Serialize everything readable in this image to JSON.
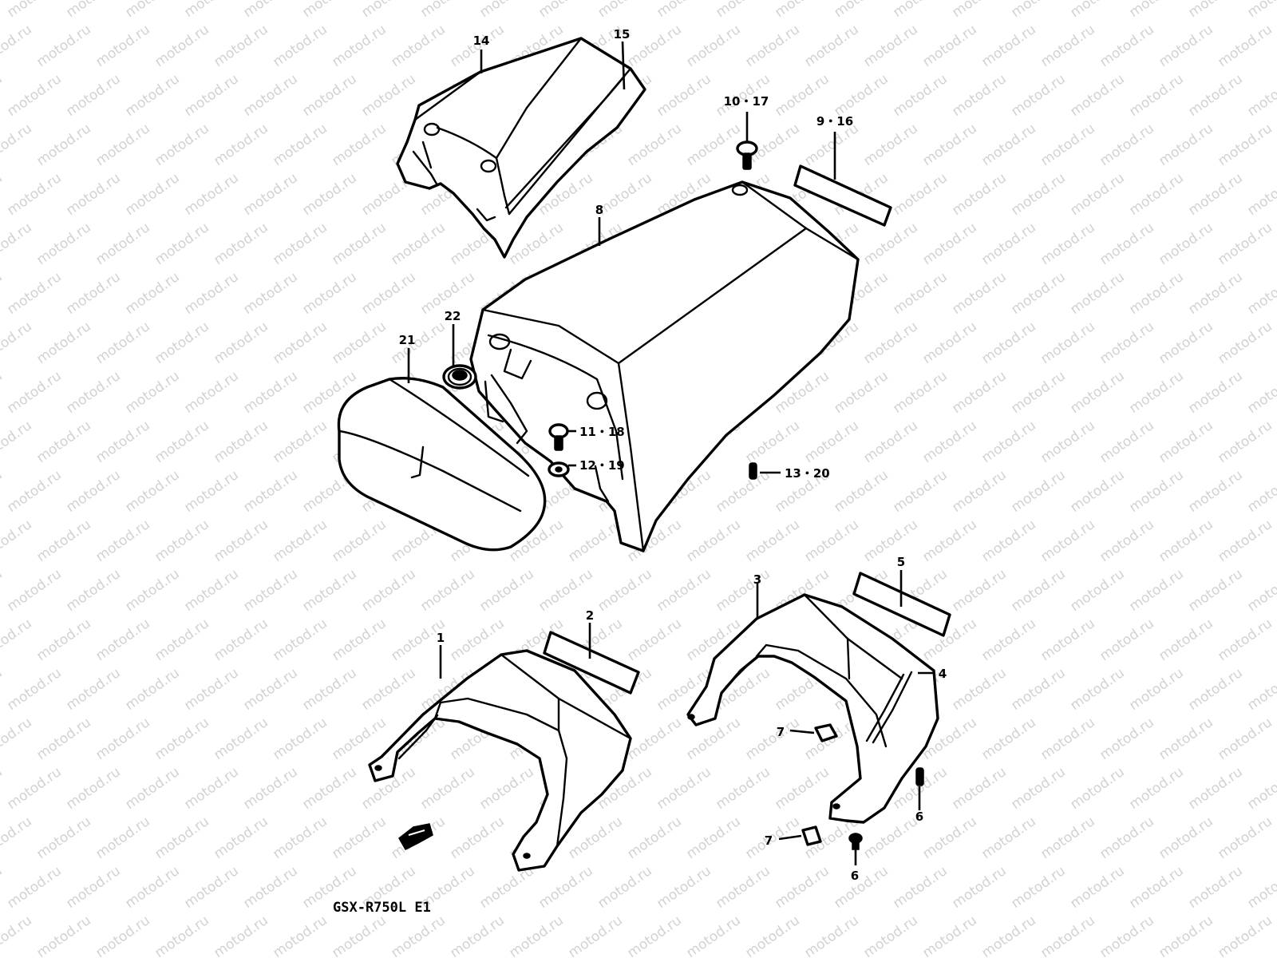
{
  "watermark": "motod.ru",
  "model_code": "GSX-R750L E1",
  "callouts": {
    "c1": "1",
    "c2": "2",
    "c3": "3",
    "c4": "4",
    "c5": "5",
    "c6a": "6",
    "c6b": "6",
    "c7a": "7",
    "c7b": "7",
    "c8": "8",
    "c9_16": "9・16",
    "c10_17": "10・17",
    "c11_18": "11・18",
    "c12_19": "12・19",
    "c13_20": "13・20",
    "c14": "14",
    "c15": "15",
    "c21": "21",
    "c22": "22"
  }
}
